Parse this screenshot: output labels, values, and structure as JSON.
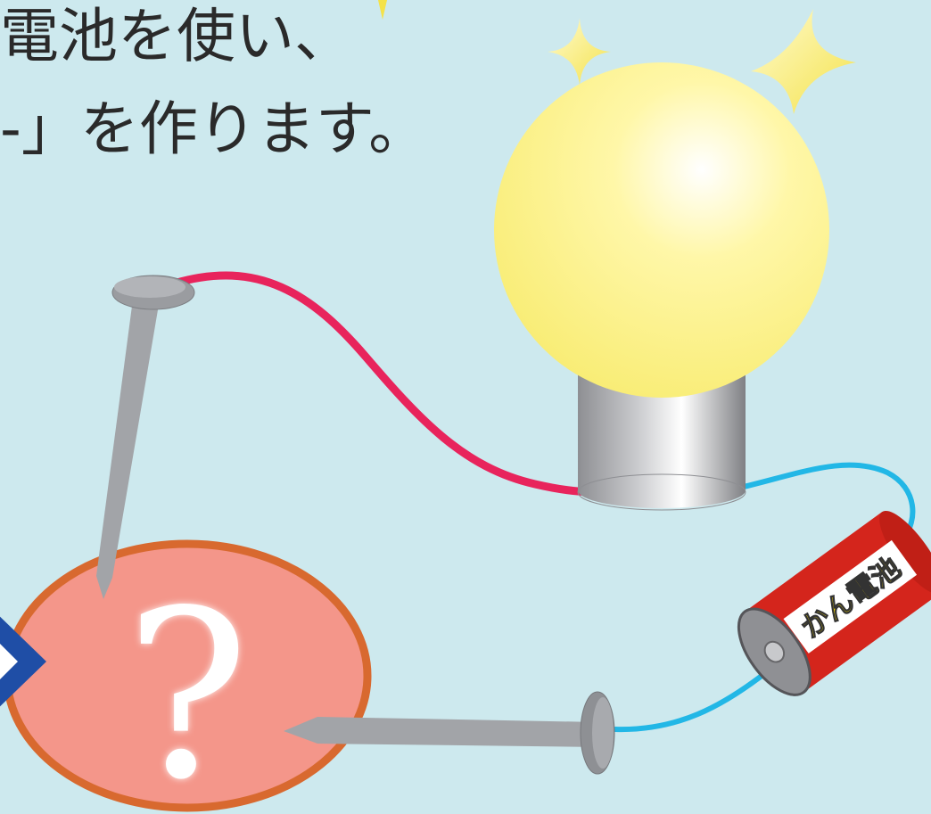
{
  "headline": {
    "line1": "電池を使い、",
    "line2": "-」を作ります。"
  },
  "battery": {
    "label": "かん電池"
  },
  "mystery": {
    "symbol": "?"
  },
  "colors": {
    "background": "#cde9ee",
    "red_wire": "#e8245c",
    "blue_wire": "#22b7e6",
    "battery_body": "#d4251c",
    "battery_label_bg": "#ffffff",
    "battery_label_text": "#f5d800",
    "question_fill": "#f4968a",
    "question_stroke": "#d8692f",
    "arrow": "#1f4ea6",
    "nail": "#a2a4a8"
  }
}
